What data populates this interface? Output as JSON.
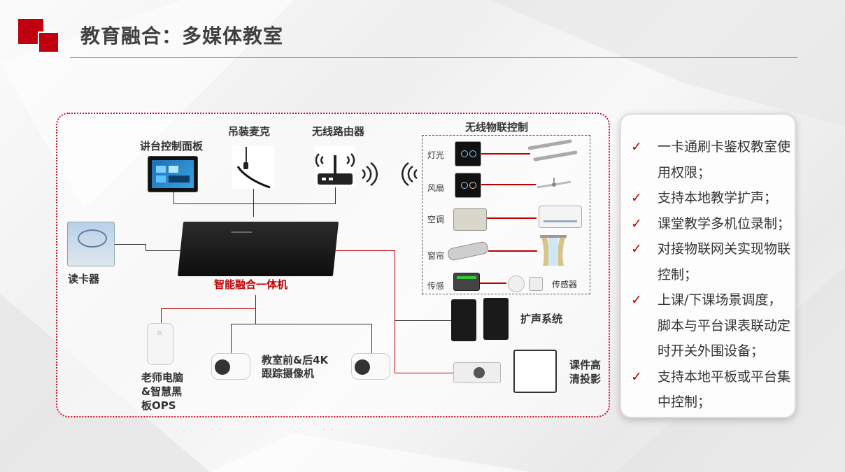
{
  "header": {
    "title": "教育融合：多媒体教室"
  },
  "diagram": {
    "podium_panel": "讲台控制面板",
    "mic": "吊装麦克",
    "router": "无线路由器",
    "iot_title": "无线物联控制",
    "iot_rows": [
      "灯光",
      "风扇",
      "空调",
      "窗帘",
      "传感"
    ],
    "sensor_label": "传感器",
    "card_reader": "读卡器",
    "hub": "智能融合一体机",
    "teacher_pc": [
      "老师电脑",
      "&智慧黑",
      "板OPS"
    ],
    "camera": [
      "教室前&后4K",
      "跟踪摄像机"
    ],
    "speaker": "扩声系统",
    "projector": [
      "课件高",
      "清投影"
    ]
  },
  "features": [
    "一卡通刷卡鉴权教室使用权限；",
    "支持本地教学扩声；",
    "课堂教学多机位录制；",
    "对接物联网关实现物联控制；",
    "上课/下课场景调度，脚本与平台课表联动定时开关外围设备；",
    "支持本地平板或平台集中控制；"
  ],
  "colors": {
    "accent": "#c00000",
    "text": "#333333"
  },
  "icons": [
    "checkmark-icon",
    "wifi-icon",
    "router-icon",
    "mic-icon"
  ]
}
